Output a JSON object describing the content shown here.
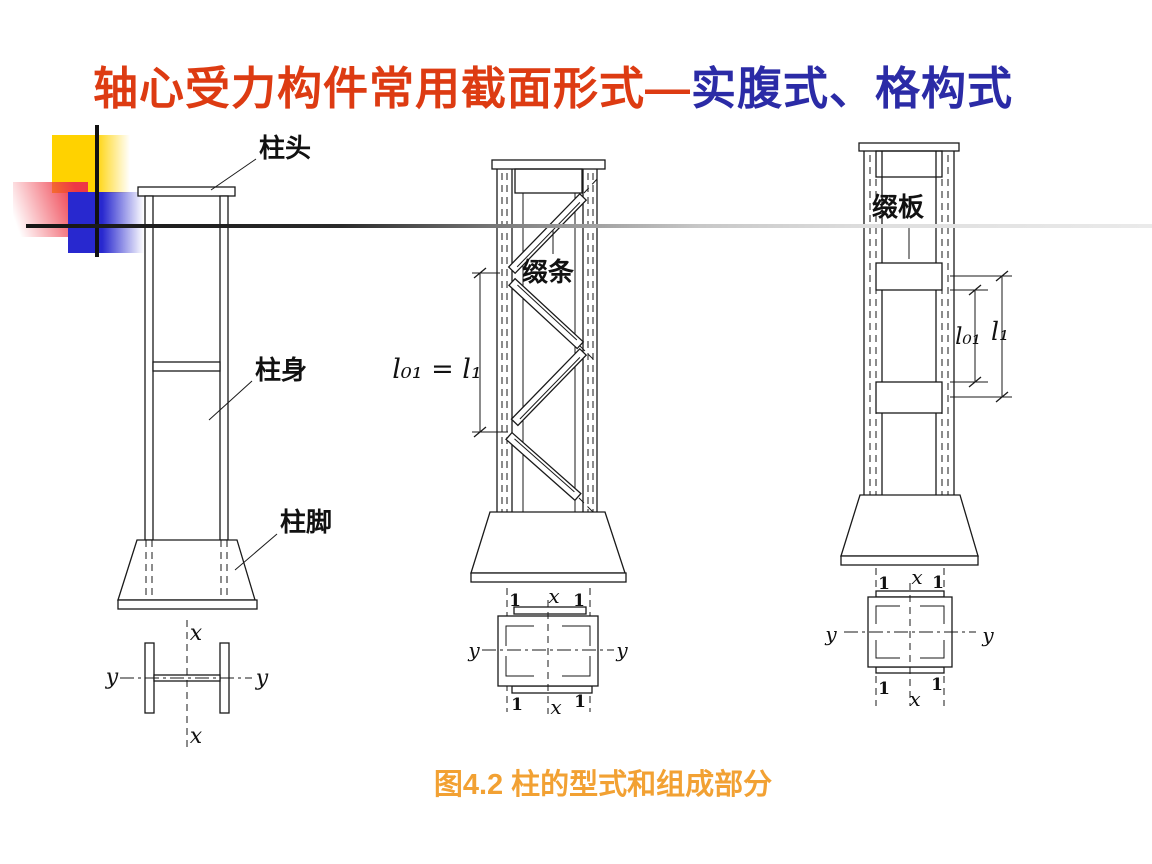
{
  "title": {
    "red_part": "轴心受力构件常用截面形式—",
    "blue_part": "实腹式、格构式"
  },
  "caption": {
    "text": "图4.2 柱的型式和组成部分"
  },
  "colors": {
    "title_red": "#dd3b12",
    "title_blue": "#2b2ba6",
    "caption_orange": "#f2a133",
    "deco_yellow": "#ffd200",
    "deco_red": "#ee3746",
    "deco_blue": "#2828cf",
    "linework": "#1a1a1a"
  },
  "left_figure": {
    "label_head": "柱头",
    "label_shaft": "柱身",
    "label_base": "柱脚",
    "section": {
      "x_top": "x",
      "x_bottom": "x",
      "y_left": "y",
      "y_right": "y"
    }
  },
  "middle_figure": {
    "label_lacing": "缀条",
    "dim_panel": "l₀₁ = l₁",
    "section": {
      "one_tl": "1",
      "x_top": "x",
      "one_tr": "1",
      "y_left": "y",
      "y_right": "y",
      "one_bl": "1",
      "x_bottom": "x",
      "one_br": "1"
    }
  },
  "right_figure": {
    "label_batten": "缀板",
    "dim_l01": "l₀₁",
    "dim_l1": "l₁",
    "section": {
      "one_tl": "1",
      "x_top": "x",
      "one_tr": "1",
      "y_left": "y",
      "y_right": "y",
      "one_bl": "1",
      "x_bottom": "x",
      "one_br": "1"
    }
  }
}
